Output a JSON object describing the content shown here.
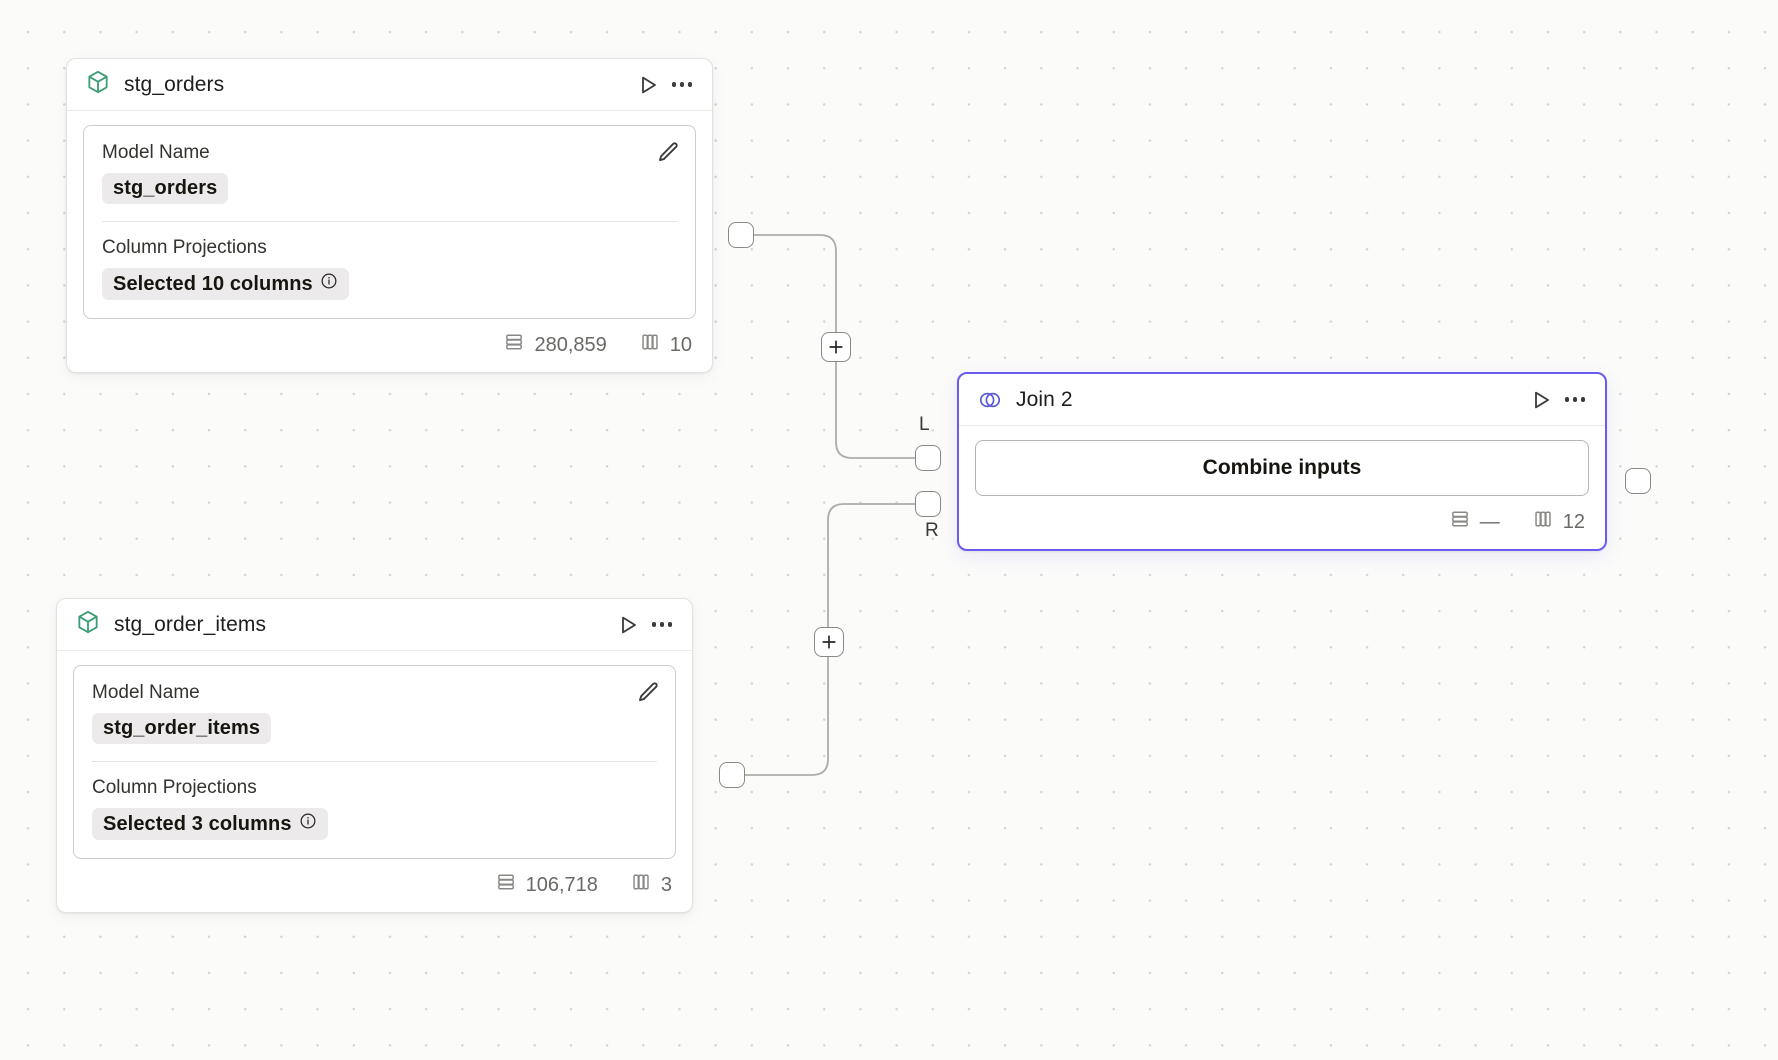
{
  "canvas": {
    "background_color": "#fbfbfa",
    "grid_dot_color": "#d6d4d2"
  },
  "colors": {
    "model_icon_green": "#3f9e76",
    "join_accent_indigo": "#5b5bd6",
    "selected_border": "#6b5cf0",
    "text_primary": "#16150f",
    "text_muted": "#6b6966"
  },
  "nodes": [
    {
      "id": "stg_orders",
      "icon": "cube-icon",
      "title": "stg_orders",
      "run_label": "Run",
      "menu_label": "More options",
      "fields": [
        {
          "label": "Model Name",
          "value": "stg_orders",
          "has_info": false
        },
        {
          "label": "Column Projections",
          "value": "Selected 10 columns",
          "has_info": true
        }
      ],
      "footer": {
        "rows_icon": "rows-icon",
        "rows": "280,859",
        "columns_icon": "columns-icon",
        "columns": "10"
      }
    },
    {
      "id": "stg_order_items",
      "icon": "cube-icon",
      "title": "stg_order_items",
      "run_label": "Run",
      "menu_label": "More options",
      "fields": [
        {
          "label": "Model Name",
          "value": "stg_order_items",
          "has_info": false
        },
        {
          "label": "Column Projections",
          "value": "Selected 3 columns",
          "has_info": true
        }
      ],
      "footer": {
        "rows_icon": "rows-icon",
        "rows": "106,718",
        "columns_icon": "columns-icon",
        "columns": "3"
      }
    }
  ],
  "join_node": {
    "id": "join_2",
    "icon": "venn-icon",
    "title": "Join 2",
    "selected": true,
    "run_label": "Run",
    "menu_label": "More options",
    "action_button": "Combine inputs",
    "input_ports": [
      {
        "label": "L",
        "name": "left"
      },
      {
        "label": "R",
        "name": "right"
      }
    ],
    "footer": {
      "rows_icon": "rows-icon",
      "rows": "—",
      "columns_icon": "columns-icon",
      "columns": "12"
    }
  },
  "edge_buttons": [
    {
      "name": "add-node-top",
      "label": "+"
    },
    {
      "name": "add-node-bottom",
      "label": "+"
    }
  ]
}
